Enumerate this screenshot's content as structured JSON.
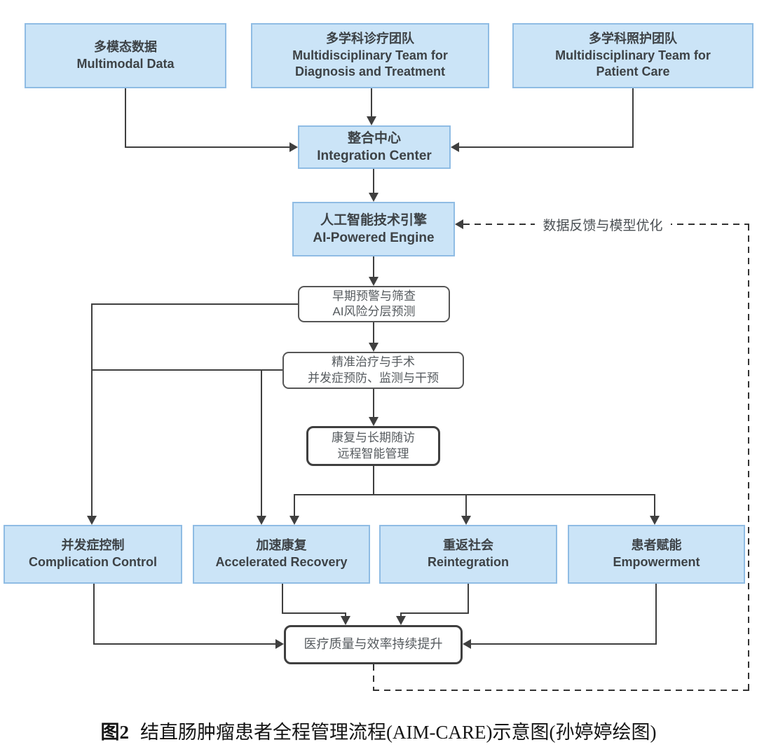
{
  "colors": {
    "node_fill": "#CBE4F7",
    "node_border": "#8FBCE4",
    "line": "#3f3f3f",
    "text_dark": "#3d4246"
  },
  "nodes": {
    "multimodal": {
      "zh": "多模态数据",
      "en": "Multimodal Data"
    },
    "mdt_diagnosis": {
      "zh": "多学科诊疗团队",
      "en": "Multidisciplinary Team for Diagnosis and Treatment"
    },
    "mdt_care": {
      "zh": "多学科照护团队",
      "en": "Multidisciplinary Team for Patient Care"
    },
    "integration": {
      "zh": "整合中心",
      "en": "Integration Center"
    },
    "ai_engine": {
      "zh": "人工智能技术引擎",
      "en": "AI-Powered Engine"
    },
    "screening": {
      "line1": "早期预警与筛查",
      "line2": "AI风险分层预测"
    },
    "treatment": {
      "line1": "精准治疗与手术",
      "line2": "并发症预防、监测与干预"
    },
    "rehab": {
      "line1": "康复与长期随访",
      "line2": "远程智能管理"
    },
    "complication": {
      "zh": "并发症控制",
      "en": "Complication Control"
    },
    "recovery": {
      "zh": "加速康复",
      "en": "Accelerated Recovery"
    },
    "reintegration": {
      "zh": "重返社会",
      "en": "Reintegration"
    },
    "empowerment": {
      "zh": "患者赋能",
      "en": "Empowerment"
    },
    "quality": {
      "line1": "医疗质量与效率持续提升"
    }
  },
  "feedback_label": "数据反馈与模型优化",
  "caption": {
    "figure_label": "图2",
    "text": "结直肠肿瘤患者全程管理流程(AIM-CARE)示意图(孙婷婷绘图)"
  }
}
